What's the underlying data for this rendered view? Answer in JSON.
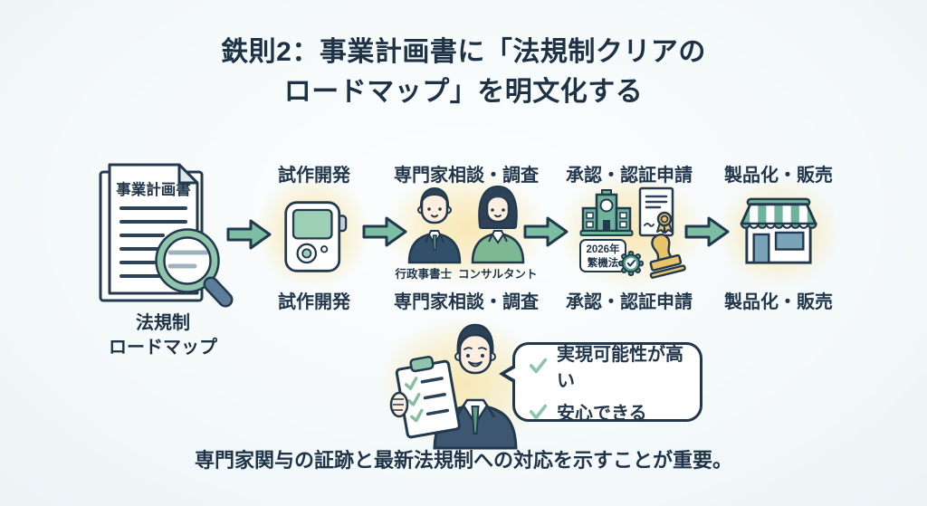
{
  "title": {
    "line1": "鉄則2：事業計画書に「法規制クリアの",
    "line2": "ロードマップ」を明文化する"
  },
  "flow": {
    "document": {
      "doc_title": "事業計画書",
      "caption_line1": "法規制",
      "caption_line2": "ロードマップ"
    },
    "steps": [
      {
        "label": "試作開発"
      },
      {
        "label": "専門家相談・調査",
        "sub_label_1": "行政事書士",
        "sub_label_2": "コンサルタント"
      },
      {
        "label": "承認・認証申請",
        "badge_line1": "2026年",
        "badge_line2": "繁機法"
      },
      {
        "label": "製品化・販売"
      }
    ]
  },
  "callout": {
    "item1": "実現可能性が高い",
    "item2": "安心できる"
  },
  "footer": {
    "note": "専門家関与の証跡と最新法規制への対応を示すことが重要。"
  },
  "icons": {
    "document": "business-plan-document",
    "magnifier": "magnifying-glass",
    "arrow": "flow-arrow-right",
    "device": "prototype-device",
    "experts": "consultant-people",
    "building": "government-building",
    "certificate": "certificate-document",
    "gear_check": "gear-checkmark",
    "stamp": "approval-stamp",
    "store": "storefront",
    "presenter": "businessman-with-checklist",
    "check": "checkmark"
  },
  "colors": {
    "accent_green": "#7cbda4",
    "navy_text": "#1f3448",
    "seal_yellow": "#e9c46b",
    "glow_yellow": "#f7e7b2",
    "blue_gray": "#6f9ab1"
  }
}
